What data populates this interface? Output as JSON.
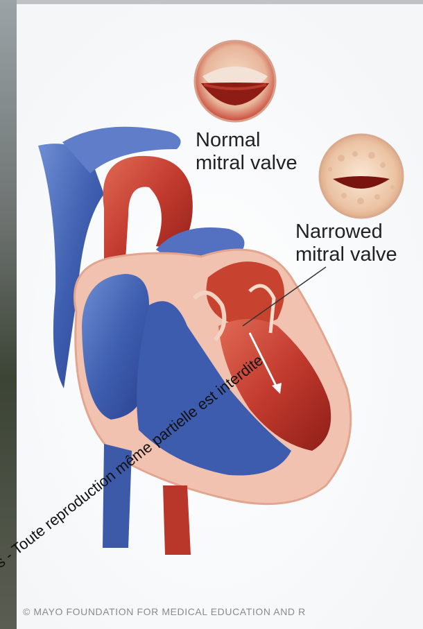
{
  "labels": {
    "normal_line1": "Normal",
    "normal_line2": "mitral valve",
    "narrowed_line1": "Narrowed",
    "narrowed_line2": "mitral valve"
  },
  "copyright": "© MAYO FOUNDATION FOR MEDICAL EDUCATION AND R",
  "watermark": "ves - Toute reproduction même partielle est interdite",
  "colors": {
    "vein_blue": "#3f5fb0",
    "artery_red": "#c23a2e",
    "tissue_pink": "#f1c2b0",
    "valve_normal": "#c9473a",
    "valve_narrowed": "#d9a07e"
  }
}
